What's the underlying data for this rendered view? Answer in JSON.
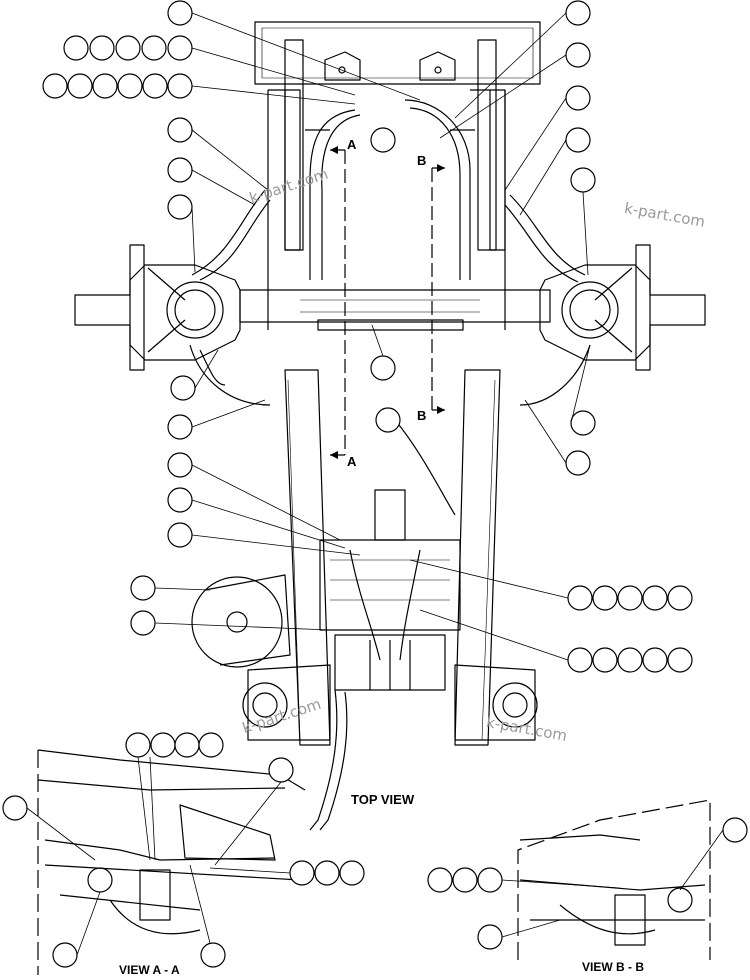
{
  "labels": {
    "top_view": "TOP VIEW",
    "view_a": "VIEW A - A",
    "view_b": "VIEW B - B",
    "section_a": "A",
    "section_b": "B"
  },
  "watermark": "k-part.com",
  "colors": {
    "line": "#000000",
    "background": "#ffffff",
    "watermark": "#9a9a9a"
  }
}
